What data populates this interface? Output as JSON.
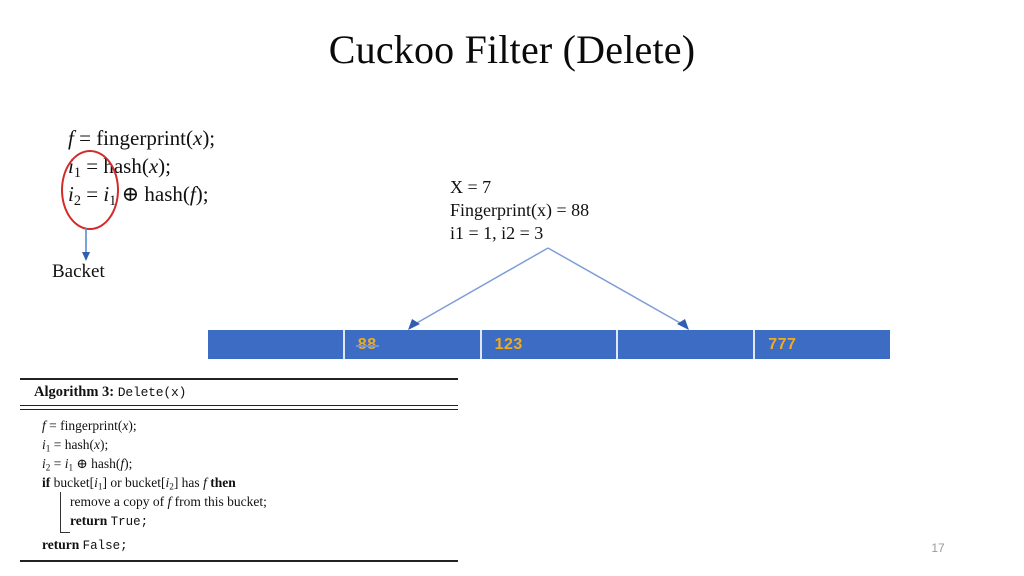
{
  "slide": {
    "title": "Cuckoo Filter (Delete)",
    "page_number": "17",
    "background_color": "#ffffff"
  },
  "formula_block": {
    "lines": [
      {
        "lhs": "f",
        "rhs": "fingerprint(x);"
      },
      {
        "lhs": "i1",
        "rhs": "hash(x);"
      },
      {
        "lhs": "i2",
        "rhs": "i1 ⊕ hash(f);"
      }
    ],
    "line1_var": "f",
    "line1_fn": "fingerprint(",
    "line1_arg": "x",
    "line1_end": ");",
    "line2_var": "i",
    "line2_sub": "1",
    "line2_fn": "hash(",
    "line2_arg": "x",
    "line2_end": ");",
    "line3_var": "i",
    "line3_sub": "2",
    "line3_eq_var": "i",
    "line3_eq_sub": "1",
    "line3_op": "⊕",
    "line3_fn": "hash(",
    "line3_arg": "f",
    "line3_end": ");",
    "equals": "=",
    "highlight_color": "#d42a2a",
    "highlight_target": "i1-and-i2"
  },
  "annotation": {
    "arrow_color": "#5b8bd0",
    "backet_label": "Backet"
  },
  "example": {
    "lines": [
      "X = 7",
      "Fingerprint(x) = 88",
      "i1 = 1, i2 = 3"
    ]
  },
  "bucket": {
    "bar_color": "#3d6cc4",
    "value_color": "#f0ab1e",
    "divider_color": "#dfe6f5",
    "cells": [
      {
        "value": "",
        "struck": false
      },
      {
        "value": "88",
        "struck": true
      },
      {
        "value": "123",
        "struck": false
      },
      {
        "value": "",
        "struck": false
      },
      {
        "value": "777",
        "struck": false
      }
    ]
  },
  "algorithm": {
    "label": "Algorithm 3:",
    "signature": "Delete(x)",
    "lines": [
      {
        "text": "f = fingerprint(x);",
        "indent": false
      },
      {
        "text": "i1 = hash(x);",
        "indent": false
      },
      {
        "text": "i2 = i1 ⊕ hash(f);",
        "indent": false
      },
      {
        "text": "if bucket[i1] or bucket[i2] has f then",
        "indent": false
      },
      {
        "text": "remove a copy of f from this bucket;",
        "indent": true
      },
      {
        "text": "return True;",
        "indent": true
      },
      {
        "text": "return False;",
        "indent": false
      }
    ],
    "l1_var": "f",
    "l1_eq": "=",
    "l1_fn": "fingerprint(",
    "l1_arg": "x",
    "l1_end": ");",
    "l2_var": "i",
    "l2_sub": "1",
    "l2_eq": "=",
    "l2_fn": "hash(",
    "l2_arg": "x",
    "l2_end": ");",
    "l3_var": "i",
    "l3_sub": "2",
    "l3_eq": "=",
    "l3_var2": "i",
    "l3_sub2": "1",
    "l3_op": "⊕",
    "l3_fn": "hash(",
    "l3_arg": "f",
    "l3_end": ");",
    "l4_if": "if",
    "l4_b1": "bucket[",
    "l4_i1": "i",
    "l4_i1sub": "1",
    "l4_mid": "] or bucket[",
    "l4_i2": "i",
    "l4_i2sub": "2",
    "l4_has": "] has",
    "l4_f": "f",
    "l4_then": "then",
    "l5_pre": "remove a copy of",
    "l5_f": "f",
    "l5_post": "from this bucket;",
    "l6_kw": "return",
    "l6_val": "True;",
    "l7_kw": "return",
    "l7_val": "False;"
  }
}
